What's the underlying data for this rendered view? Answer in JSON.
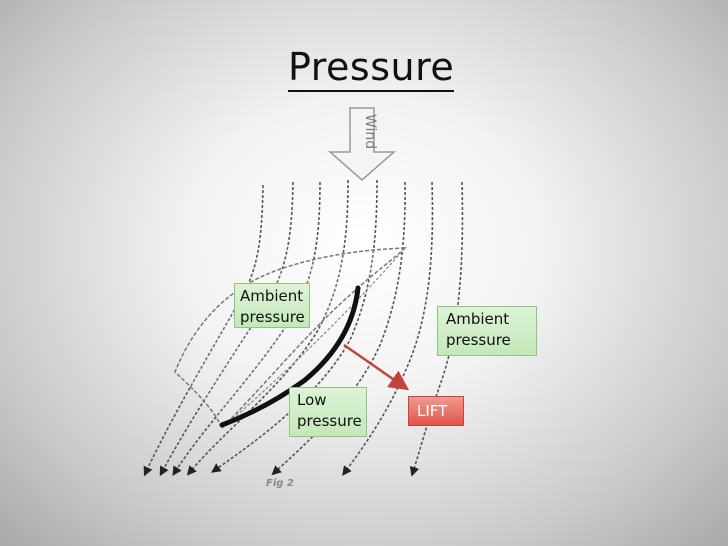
{
  "title": "Pressure",
  "wind_label": "Wind",
  "callouts": {
    "ambient_left": "Ambient pressure",
    "ambient_right": "Ambient pressure",
    "low_pressure": "Low pressure",
    "lift": "LIFT"
  },
  "figure_caption": "Fig 2",
  "colors": {
    "callout_green": "#c4e8b9",
    "callout_red": "#e0554a",
    "lift_arrow": "#c2433b"
  }
}
